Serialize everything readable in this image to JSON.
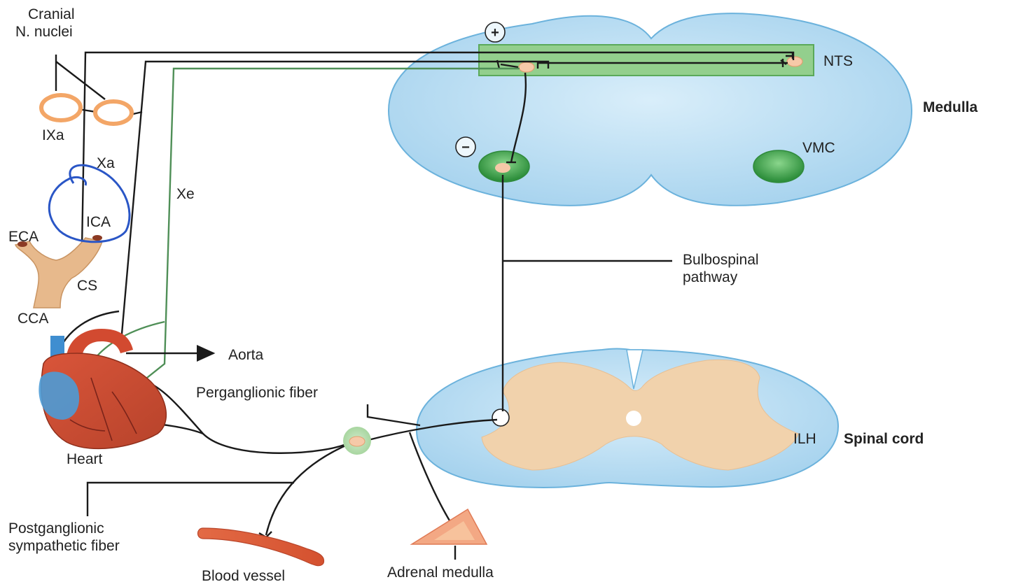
{
  "labels": {
    "cranial_line1": "Cranial",
    "cranial_line2": "N. nuclei",
    "ixa": "IXa",
    "xa": "Xa",
    "xe": "Xe",
    "eca": "ECA",
    "ica": "ICA",
    "cs": "CS",
    "cca": "CCA",
    "heart": "Heart",
    "aorta": "Aorta",
    "nts": "NTS",
    "medulla": "Medulla",
    "vmc": "VMC",
    "plus": "+",
    "minus": "−",
    "bulbospinal_line1": "Bulbospinal",
    "bulbospinal_line2": "pathway",
    "preganglionic": "Perganglionic fiber",
    "ilh": "ILH",
    "spinal_cord": "Spinal cord",
    "postganglionic_line1": "Postganglionic",
    "postganglionic_line2": "sympathetic fiber",
    "blood_vessel": "Blood vessel",
    "adrenal_medulla": "Adrenal medulla"
  },
  "colors": {
    "medulla_fill": "#bfe0f2",
    "medulla_stroke": "#5fa9d6",
    "nts_box": "#8fce8a",
    "vmc_green": "#3da24a",
    "grey_matter": "#f2d3ad",
    "nucleus_ring": "#f4a460",
    "vessel": "#e8623f",
    "annotation_ink": "#2a56c6"
  }
}
